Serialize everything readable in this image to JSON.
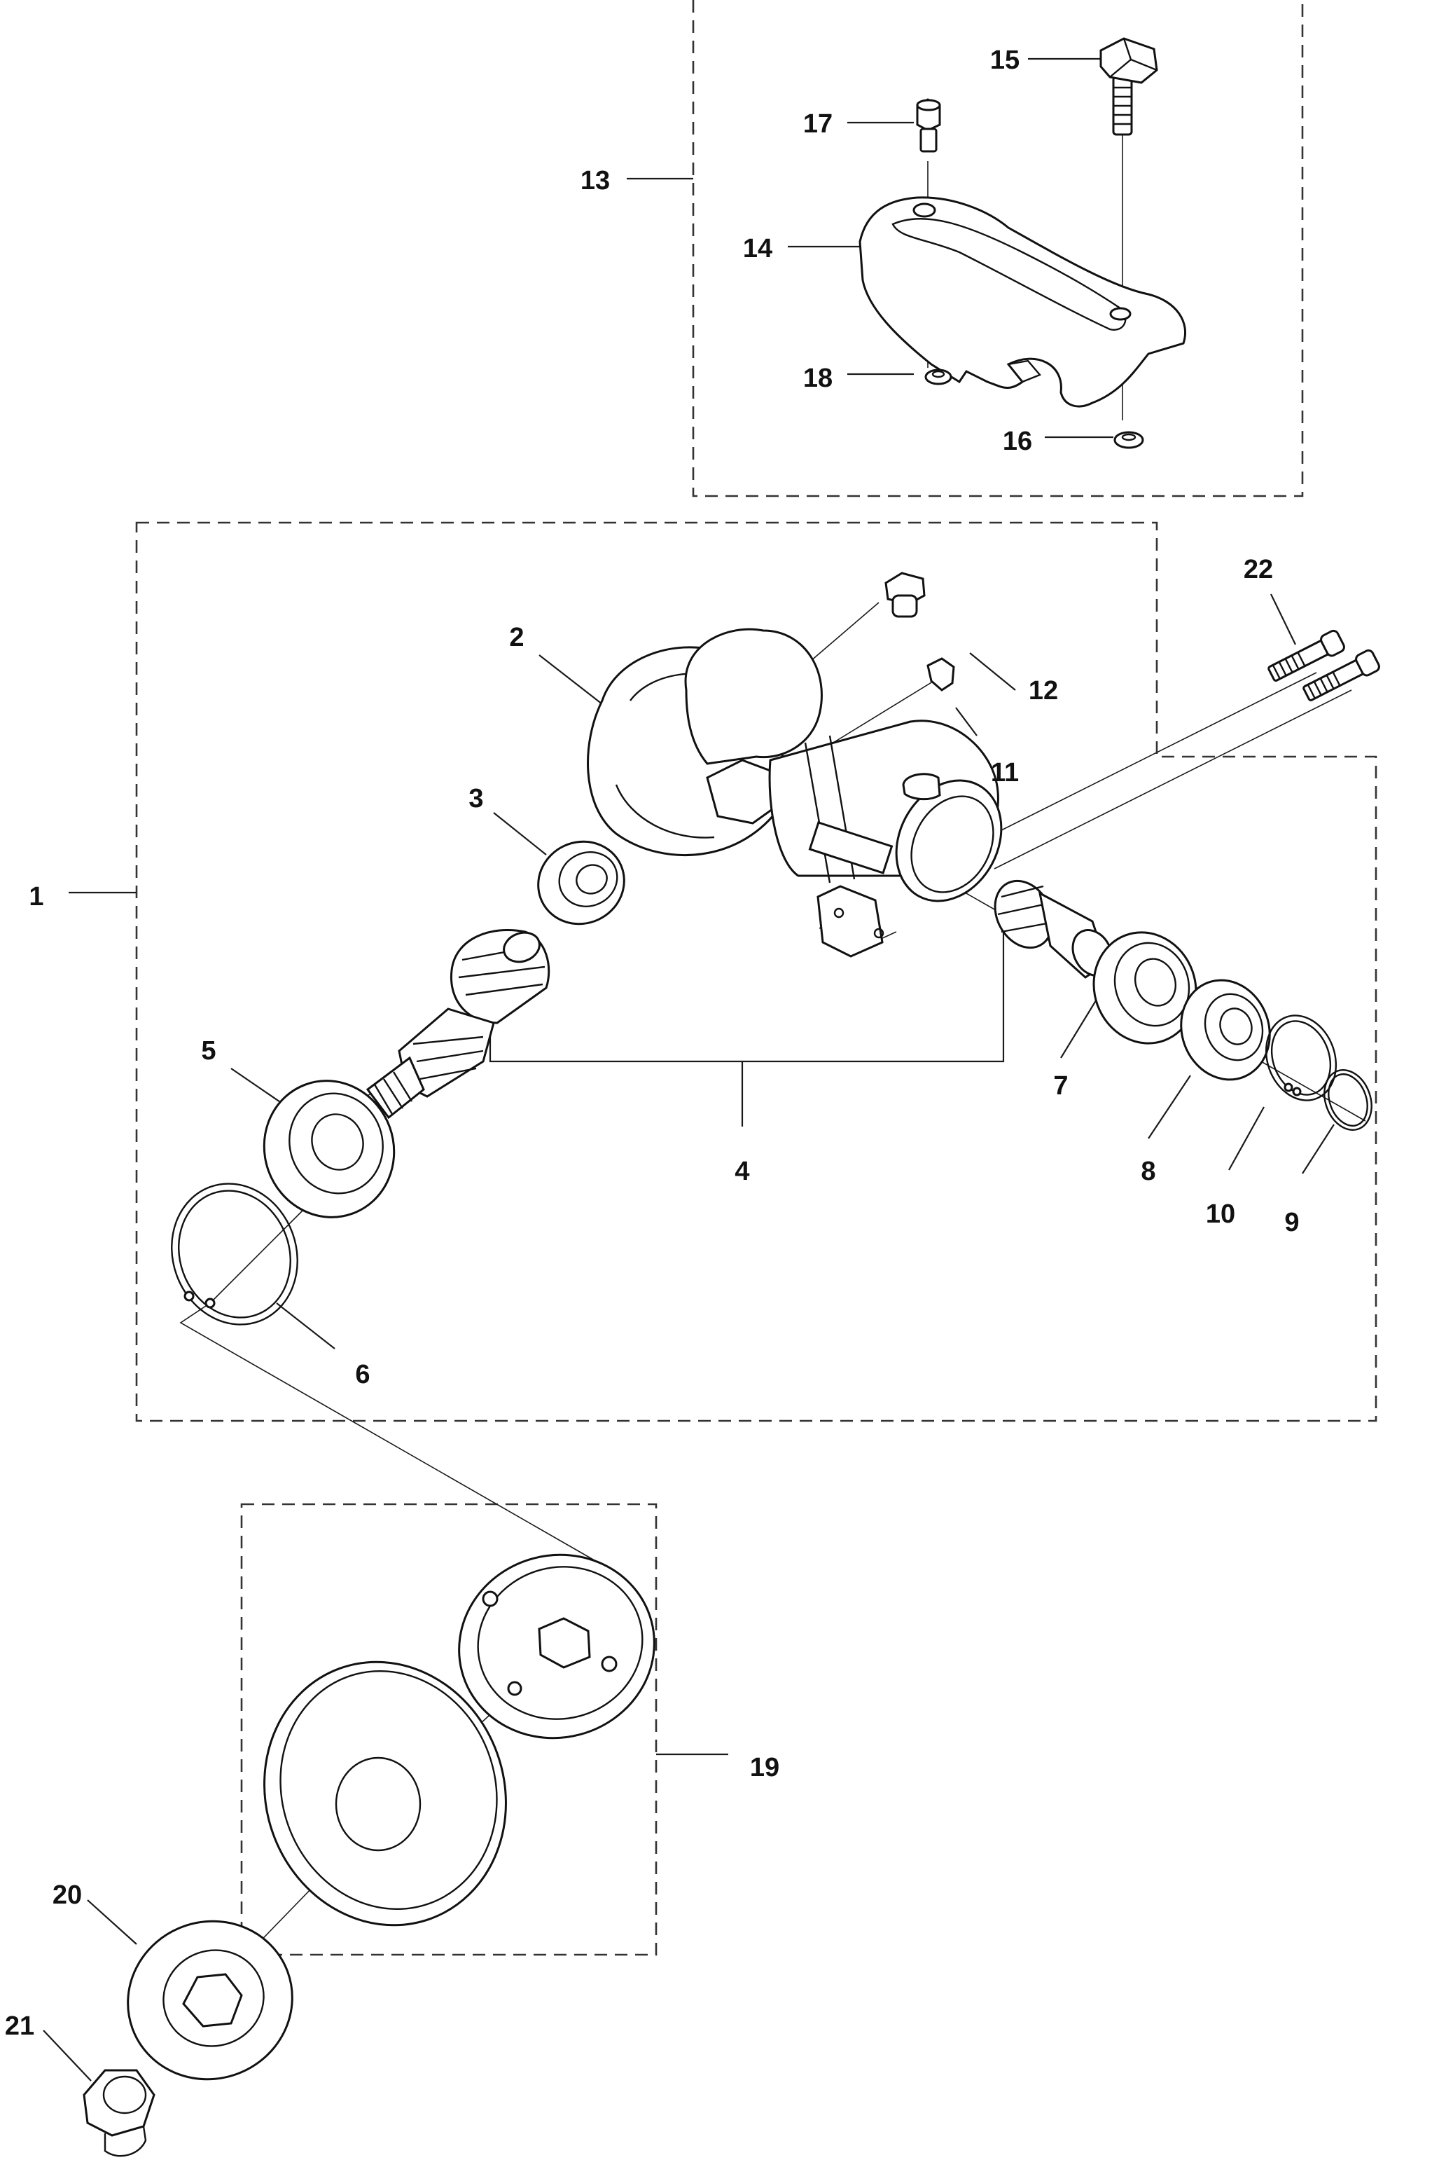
{
  "diagram": {
    "type": "exploded-parts-diagram",
    "accent_color": "#111111",
    "background_color": "#ffffff",
    "callouts": [
      {
        "id": "13",
        "label": "13"
      },
      {
        "id": "14",
        "label": "14"
      },
      {
        "id": "15",
        "label": "15"
      },
      {
        "id": "16",
        "label": "16"
      },
      {
        "id": "17",
        "label": "17"
      },
      {
        "id": "18",
        "label": "18"
      },
      {
        "id": "1",
        "label": "1"
      },
      {
        "id": "2",
        "label": "2"
      },
      {
        "id": "3",
        "label": "3"
      },
      {
        "id": "4",
        "label": "4"
      },
      {
        "id": "5",
        "label": "5"
      },
      {
        "id": "6",
        "label": "6"
      },
      {
        "id": "7",
        "label": "7"
      },
      {
        "id": "8",
        "label": "8"
      },
      {
        "id": "9",
        "label": "9"
      },
      {
        "id": "10",
        "label": "10"
      },
      {
        "id": "11",
        "label": "11"
      },
      {
        "id": "12",
        "label": "12"
      },
      {
        "id": "22",
        "label": "22"
      },
      {
        "id": "19",
        "label": "19"
      },
      {
        "id": "20",
        "label": "20"
      },
      {
        "id": "21",
        "label": "21"
      }
    ]
  }
}
